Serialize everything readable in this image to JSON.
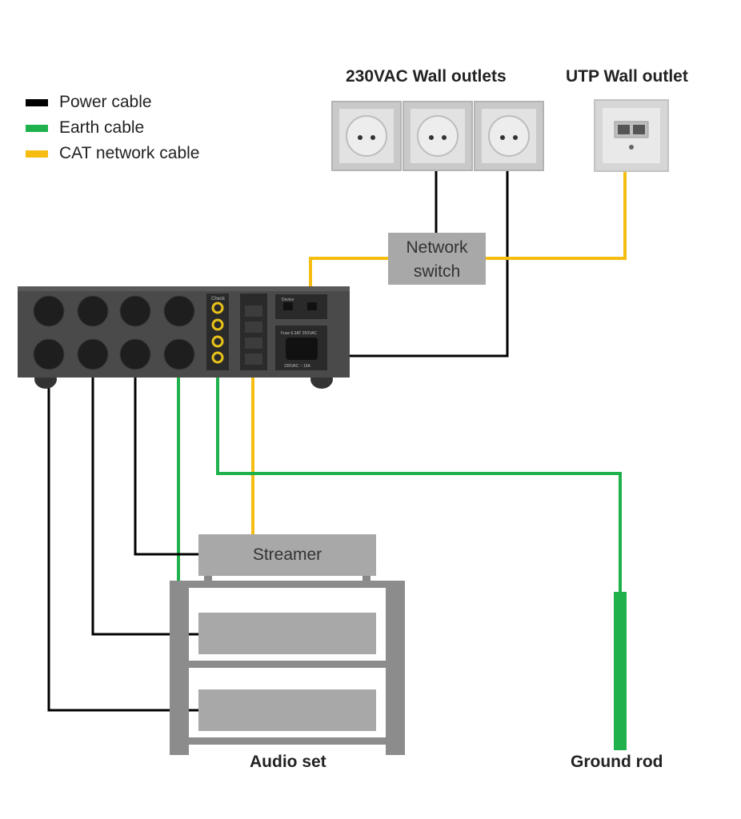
{
  "legend": [
    {
      "label": "Power cable",
      "color": "#000000"
    },
    {
      "label": "Earth cable",
      "color": "#1fb14b"
    },
    {
      "label": "CAT network cable",
      "color": "#f5bd12"
    }
  ],
  "headings": {
    "wall_outlets": "230VAC Wall outlets",
    "utp_outlet": "UTP Wall outlet"
  },
  "devices": {
    "network_switch": "Network\nswitch",
    "streamer": "Streamer",
    "audio_set": "Audio set",
    "ground_rod": "Ground rod"
  },
  "panel_labels": {
    "check": "Check",
    "device": "Device",
    "fuse": "Fuse 6.3AT 250VAC",
    "rating": "230VAC ~ 16A"
  },
  "colors": {
    "power": "#000000",
    "earth": "#1fb14b",
    "cat": "#f5bd12",
    "box_grey": "#a8a8a8",
    "panel_dark": "#4a4a4a"
  }
}
